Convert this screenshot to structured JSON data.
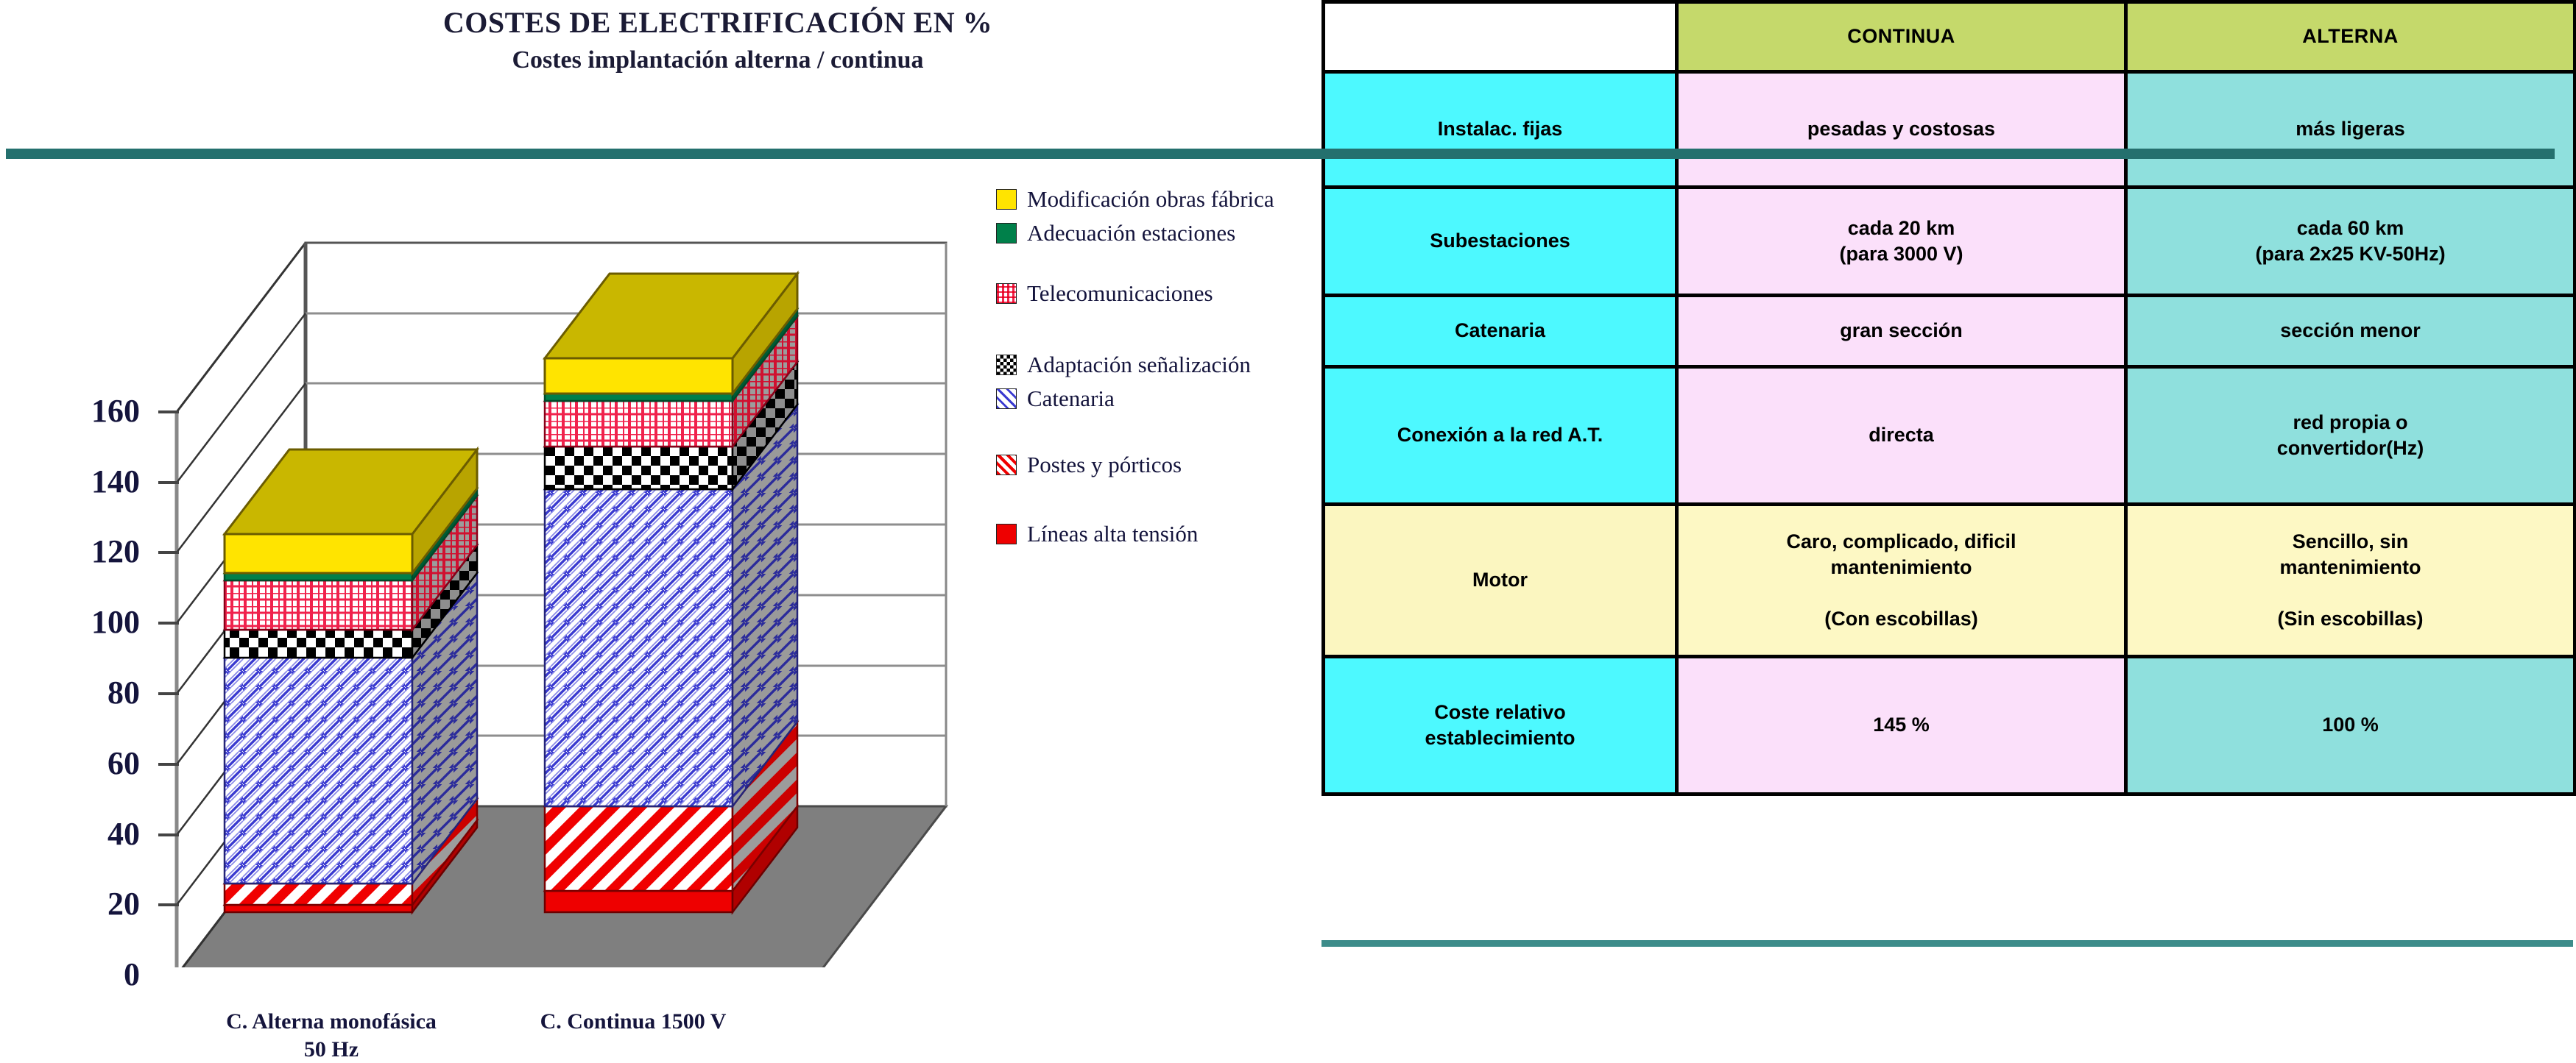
{
  "chart_title": "COSTES DE ELECTRIFICACIÓN EN %",
  "chart_subtitle": "Costes implantación alterna / continua",
  "divider_color": "#24706e",
  "chart_data": {
    "type": "bar",
    "subtype": "stacked-3d-column",
    "title": "COSTES DE ELECTRIFICACIÓN EN %",
    "subtitle": "Costes implantación alterna / continua",
    "xlabel": "",
    "ylabel": "",
    "ylim": [
      0,
      160
    ],
    "yticks": [
      0,
      20,
      40,
      60,
      80,
      100,
      120,
      140,
      160
    ],
    "ytick_labels": [
      "0",
      "20",
      "40",
      "60",
      "80",
      "100",
      "120",
      "140",
      "160"
    ],
    "grid": true,
    "legend_position": "right",
    "categories": [
      "C. Alterna monofásica 50 Hz",
      "C. Continua 1500 V"
    ],
    "category_labels": [
      {
        "line1": "C. Alterna monofásica",
        "line2": "50 Hz"
      },
      {
        "line1": "C. Continua 1500 V",
        "line2": ""
      }
    ],
    "series": [
      {
        "name": "Líneas alta tensión",
        "color": "#ee0000",
        "pattern": "solid",
        "values": [
          2,
          6
        ]
      },
      {
        "name": "Postes y pórticos",
        "color": "#ee0000",
        "pattern": "diagonal-stripe",
        "values": [
          6,
          24
        ]
      },
      {
        "name": "Catenaria",
        "color": "#3333cc",
        "pattern": "fine-weave",
        "values": [
          64,
          90
        ]
      },
      {
        "name": "Adaptación señalización",
        "color": "#000000",
        "pattern": "checkerboard",
        "values": [
          8,
          12
        ]
      },
      {
        "name": "Telecomunicaciones",
        "color": "#ee2244",
        "pattern": "grid-mesh",
        "values": [
          14,
          13
        ]
      },
      {
        "name": "Adecuación estaciones",
        "color": "#00804a",
        "pattern": "solid",
        "values": [
          2,
          2
        ]
      },
      {
        "name": "Modificación obras fábrica",
        "color": "#ffe400",
        "pattern": "solid",
        "values": [
          11,
          10
        ]
      }
    ],
    "totals": [
      107,
      157
    ]
  },
  "legend": {
    "items": [
      {
        "label": "Modificación obras fábrica",
        "swatch": "yellow-swatch"
      },
      {
        "label": "Adecuación estaciones",
        "swatch": "green-swatch"
      },
      {
        "label": "Telecomunicaciones",
        "swatch": "red-mesh-swatch"
      },
      {
        "label": "Adaptación señalización",
        "swatch": "checker-swatch"
      },
      {
        "label": "Catenaria",
        "swatch": "blue-weave-swatch"
      },
      {
        "label": "Postes y pórticos",
        "swatch": "red-stripe-swatch"
      },
      {
        "label": "Líneas alta tensión",
        "swatch": "red-swatch"
      }
    ]
  },
  "table": {
    "headers": [
      "",
      "CONTINUA",
      "ALTERNA"
    ],
    "rows": [
      {
        "feature": "Instalac. fijas",
        "continua": "pesadas y costosas",
        "alterna": "más ligeras",
        "style": "normal"
      },
      {
        "feature": "Subestaciones",
        "continua": "cada 20 km\n(para 3000 V)",
        "alterna": "cada 60 km\n(para 2x25 KV-50Hz)",
        "style": "normal"
      },
      {
        "feature": "Catenaria",
        "continua": "gran sección",
        "alterna": "sección menor",
        "style": "normal"
      },
      {
        "feature": "Conexión a la red A.T.",
        "continua": "directa",
        "alterna": "red propia o\nconvertidor(Hz)",
        "style": "normal"
      },
      {
        "feature": "Motor",
        "continua": "Caro, complicado, dificil\nmantenimiento\n\n(Con escobillas)",
        "alterna": "Sencillo, sin\nmantenimiento\n\n(Sin escobillas)",
        "style": "yellow"
      },
      {
        "feature": "Coste relativo\nestablecimiento",
        "continua": "145 %",
        "alterna": "100 %",
        "style": "normal"
      }
    ],
    "colors": {
      "header_bg": "#c5d96b",
      "rowhead_bg": "#4df9ff",
      "continua_bg": "#fbe0fa",
      "alterna_bg": "#8fe0dd",
      "motor_bg": "#fdf8c4"
    }
  }
}
